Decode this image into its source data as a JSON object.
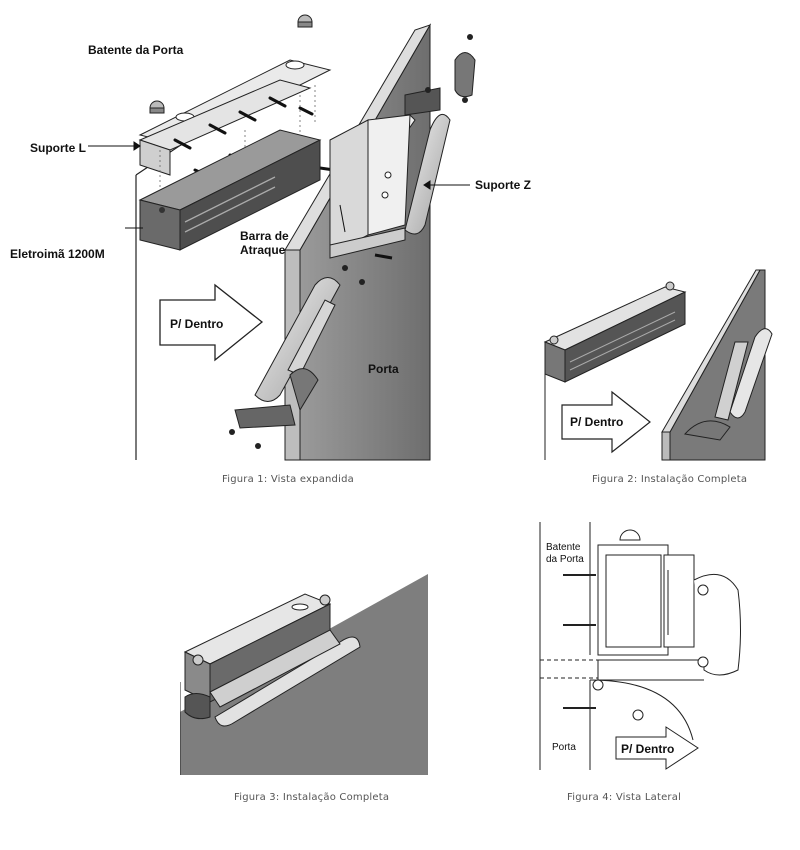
{
  "figure1": {
    "labels": {
      "batente": "Batente da Porta",
      "suporte_l": "Suporte L",
      "eletroima": "Eletroimã 1200M",
      "barra_line1": "Barra de",
      "barra_line2": "Atraque",
      "suporte_z": "Suporte Z",
      "dentro": "P/ Dentro",
      "porta": "Porta"
    },
    "caption": "Figura 1: Vista expandida"
  },
  "figure2": {
    "labels": {
      "dentro": "P/ Dentro"
    },
    "caption": "Figura 2: Instalação Completa"
  },
  "figure3": {
    "caption": "Figura 3: Instalação Completa"
  },
  "figure4": {
    "labels": {
      "batente_line1": "Batente",
      "batente_line2": "da Porta",
      "porta": "Porta",
      "dentro": "P/ Dentro"
    },
    "caption": "Figura 4: Vista Lateral"
  },
  "colors": {
    "door_dark": "#7a7a7a",
    "door_light": "#c9c9c9",
    "metal": "#d8d8d8",
    "magnet": "#555555"
  }
}
